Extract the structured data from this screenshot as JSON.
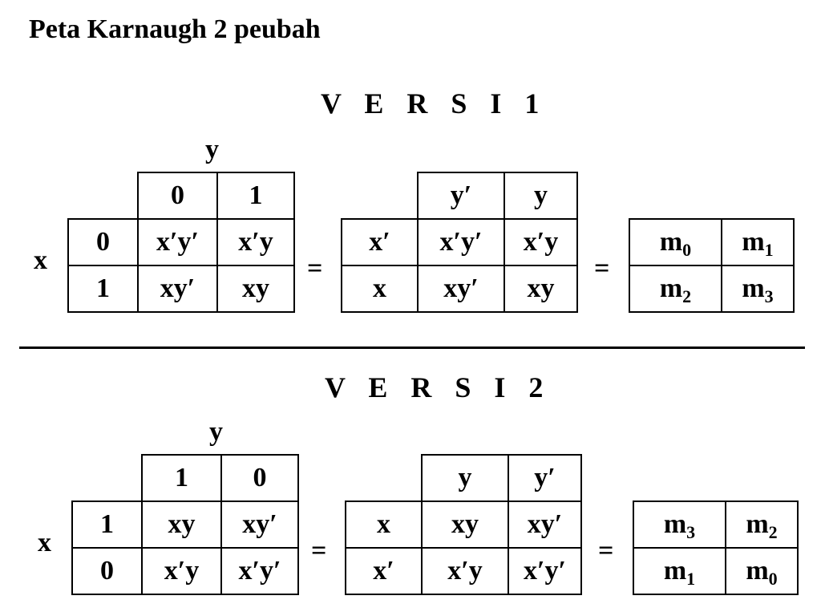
{
  "title": "Peta Karnaugh 2 peubah",
  "versions": [
    {
      "heading": "V E R S I   1",
      "y_label": "y",
      "x_label": "x",
      "equals": "=",
      "binary": {
        "cols": [
          "0",
          "1"
        ],
        "rows": [
          "0",
          "1"
        ],
        "cells": [
          [
            "x′y′",
            "x′y"
          ],
          [
            "xy′",
            "xy"
          ]
        ]
      },
      "literal": {
        "cols": [
          "y′",
          "y"
        ],
        "rows": [
          "x′",
          "x"
        ],
        "cells": [
          [
            "x′y′",
            "x′y"
          ],
          [
            "xy′",
            "xy"
          ]
        ]
      },
      "minterm": {
        "letter": "m",
        "cells": [
          [
            "0",
            "1"
          ],
          [
            "2",
            "3"
          ]
        ]
      }
    },
    {
      "heading": "V E R S I   2",
      "y_label": "y",
      "x_label": "x",
      "equals": "=",
      "binary": {
        "cols": [
          "1",
          "0"
        ],
        "rows": [
          "1",
          "0"
        ],
        "cells": [
          [
            "xy",
            "xy′"
          ],
          [
            "x′y",
            "x′y′"
          ]
        ]
      },
      "literal": {
        "cols": [
          "y",
          "y′"
        ],
        "rows": [
          "x",
          "x′"
        ],
        "cells": [
          [
            "xy",
            "xy′"
          ],
          [
            "x′y",
            "x′y′"
          ]
        ]
      },
      "minterm": {
        "letter": "m",
        "cells": [
          [
            "3",
            "2"
          ],
          [
            "1",
            "0"
          ]
        ]
      }
    }
  ]
}
